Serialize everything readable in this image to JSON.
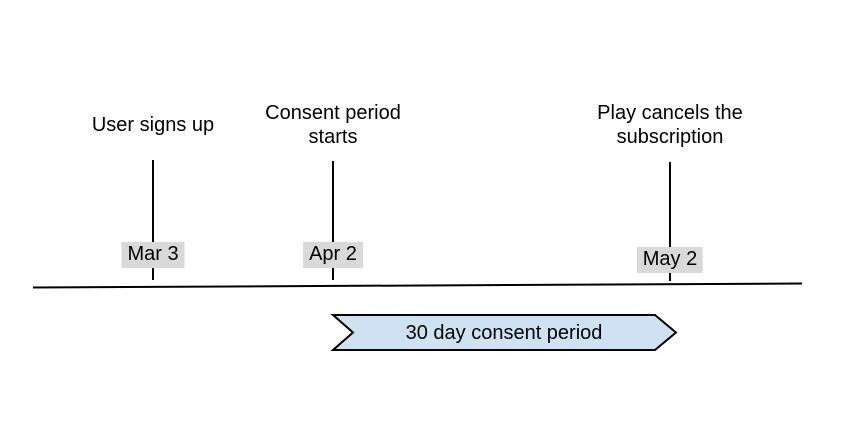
{
  "diagram": {
    "type": "timeline",
    "background": "#ffffff",
    "events": [
      {
        "label": "User signs up",
        "date": "Mar 3"
      },
      {
        "label": "Consent period starts",
        "date": "Apr 2"
      },
      {
        "label": "Play cancels the subscription",
        "date": "May 2"
      }
    ],
    "banner": {
      "label": "30 day consent period"
    },
    "colors": {
      "banner_fill": "#cfe2f3",
      "banner_border": "#000000",
      "date_badge_bg": "#d9d9d9",
      "axis_line": "#000000",
      "text": "#000000"
    }
  }
}
